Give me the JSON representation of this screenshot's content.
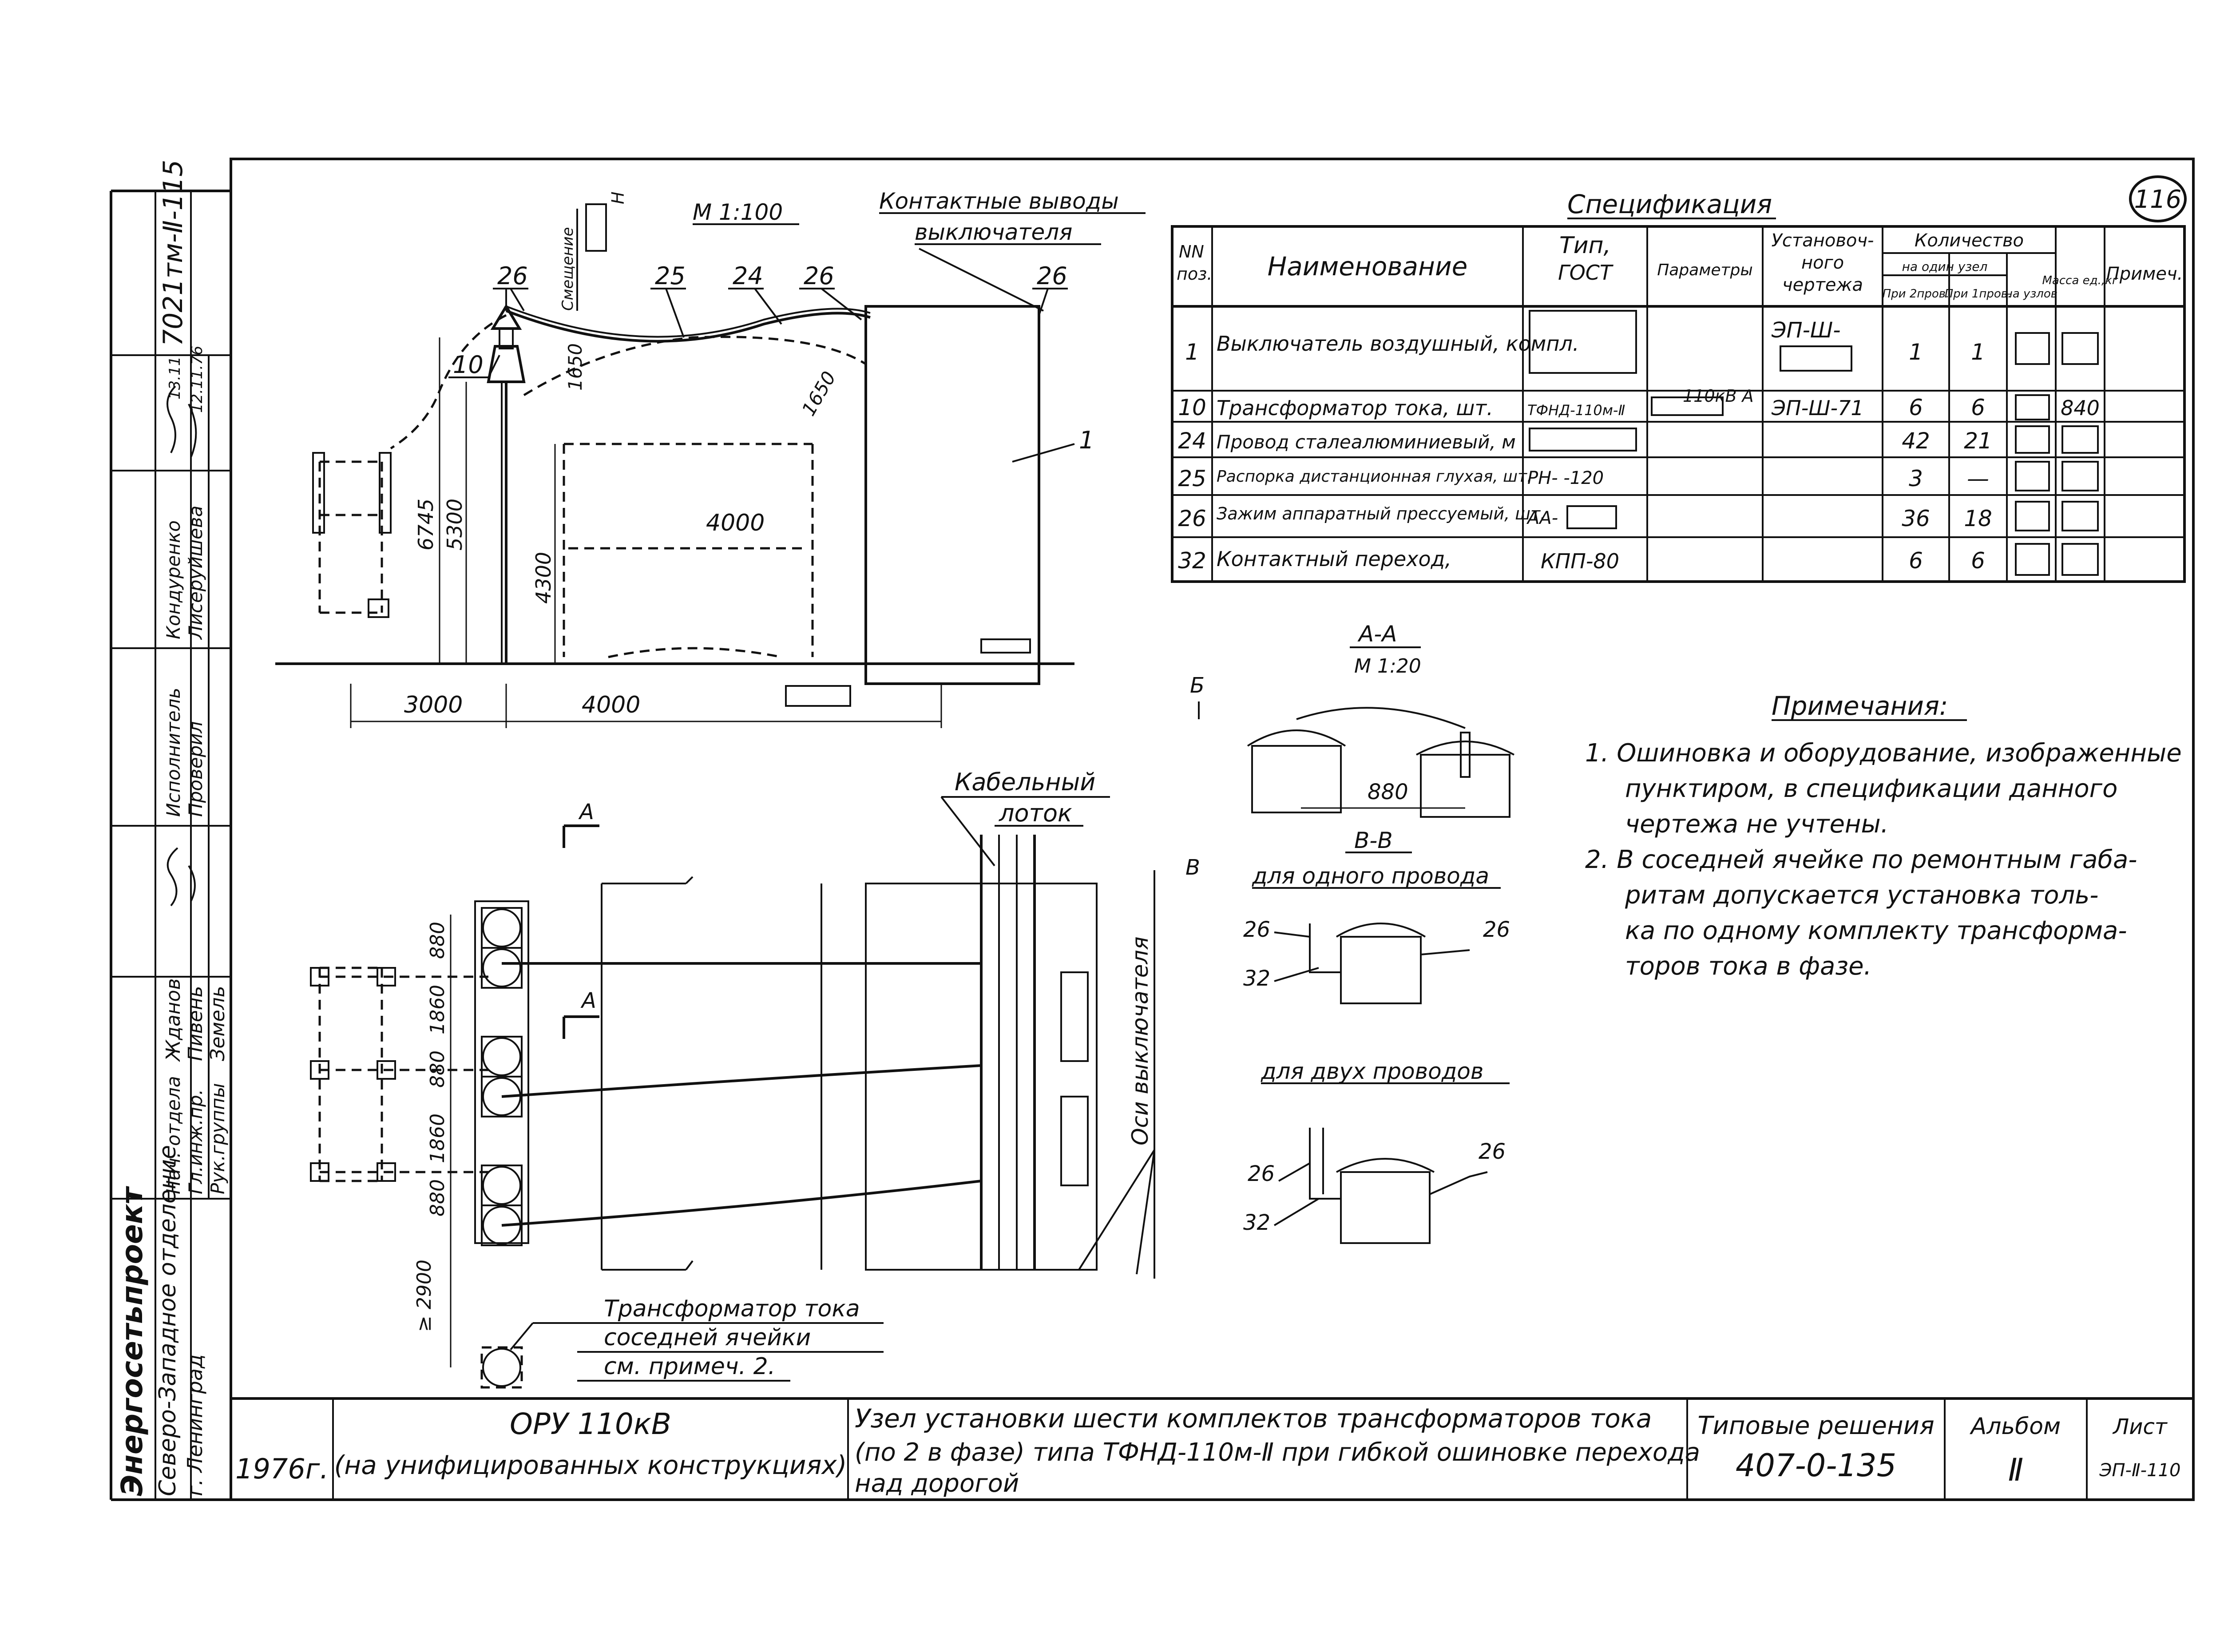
{
  "sheet_number": "116",
  "scale_main": "М 1:100",
  "headings": {
    "contact_leads": "Контактные выводы",
    "contact_leads_2": "выключателя",
    "cable_channel": "Кабельный",
    "cable_channel_2": "лоток",
    "breaker_axis": "Оси выключателя",
    "ct_neighbor_1": "Трансформатор тока",
    "ct_neighbor_2": "соседней ячейки",
    "ct_neighbor_3": "см. примеч. 2."
  },
  "dims": {
    "d3000": "3000",
    "d4000a": "4000",
    "d4000b": "4000",
    "d6745": "6745",
    "d5300": "5300",
    "d4300": "4300",
    "d1650": "1650",
    "d1650b": "1650",
    "d880a": "880",
    "d1860a": "1860",
    "d880b": "880",
    "d1860b": "1860",
    "d880c": "880",
    "d2900": "≥ 2900",
    "d880aa": "880",
    "note_h": "Смещение",
    "cut_a1": "А",
    "cut_a2": "А",
    "cut_b": "Б",
    "cut_v": "В",
    "level_mark": "Н"
  },
  "position_labels": {
    "p26a": "26",
    "p25": "25",
    "p24": "24",
    "p26b": "26",
    "p26c": "26",
    "p10": "10",
    "p1": "1",
    "p26d": "26",
    "p32a": "32",
    "p26e": "26",
    "p26f": "26",
    "p32b": "32",
    "p26g": "26"
  },
  "sections": {
    "aa_title": "А-А",
    "aa_scale": "М 1:20",
    "bb_title": "В-В",
    "one_wire": "для одного провода",
    "two_wires": "для двух проводов"
  },
  "spec": {
    "title": "Спецификация",
    "headers": {
      "nn": "NN",
      "poz": "поз.",
      "name": "Наименование",
      "type1": "Тип,",
      "type2": "ГОСТ",
      "params": "Параметры",
      "drawing1": "Установоч-",
      "drawing2": "ного",
      "drawing3": "чертежа",
      "qty": "Количество",
      "qty_node": "на один узел",
      "qty_2": "При 2пров.",
      "qty_1": "При 1пров.",
      "qty_n": "на узлов",
      "mass": "Масса ед.,кг",
      "note": "Примеч."
    },
    "rows": [
      {
        "pos": "1",
        "name": "Выключатель воздушный, компл.",
        "type": "",
        "params": "",
        "drawing": "ЭП-Ш-",
        "q2": "1",
        "q1": "1",
        "mass": ""
      },
      {
        "pos": "10",
        "name": "Трансформатор тока, шт.",
        "type": "ТФНД-110м-Ⅱ",
        "params": "110кВ  А",
        "drawing": "ЭП-Ш-71",
        "q2": "6",
        "q1": "6",
        "mass": "840"
      },
      {
        "pos": "24",
        "name": "Провод сталеалюминиевый, м",
        "type": "",
        "params": "",
        "drawing": "",
        "q2": "42",
        "q1": "21",
        "mass": ""
      },
      {
        "pos": "25",
        "name": "Распорка дистанционная глухая, шт.",
        "type": "РН-   -120",
        "params": "",
        "drawing": "",
        "q2": "3",
        "q1": "—",
        "mass": ""
      },
      {
        "pos": "26",
        "name": "Зажим аппаратный прессуемый, шт.",
        "type": "АА-",
        "params": "",
        "drawing": "",
        "q2": "36",
        "q1": "18",
        "mass": ""
      },
      {
        "pos": "32",
        "name": "Контактный переход,",
        "type": "КПП-80",
        "params": "",
        "drawing": "",
        "q2": "6",
        "q1": "6",
        "mass": ""
      }
    ]
  },
  "notes": {
    "title": "Примечания:",
    "n1_1": "1.  Ошиновка и оборудование, изображенные",
    "n1_2": "пунктиром, в спецификации данного",
    "n1_3": "чертежа не учтены.",
    "n2_1": "2.  В соседней ячейке по ремонтным габа-",
    "n2_2": "ритам допускается установка толь-",
    "n2_3": "ка по одному комплекту трансформа-",
    "n2_4": "торов тока в фазе."
  },
  "title_block": {
    "org1": "Энергосетьпроект",
    "org2": "Северо-Западное отделение",
    "org3": "г. Ленинград",
    "year": "1976г.",
    "object1": "ОРУ 110кВ",
    "object2": "(на унифицированных конструкциях)",
    "desc1": "Узел установки шести комплектов трансформаторов тока",
    "desc2": "(по 2 в фазе) типа ТФНД-110м-Ⅱ при гибкой ошиновке перехода",
    "desc3": "над дорогой",
    "series1": "Типовые решения",
    "series2": "407-0-135",
    "album_label": "Альбом",
    "album_value": "Ⅱ",
    "sheet_label": "Лист",
    "sheet_value": "ЭП-Ⅱ-110",
    "archive": "7021тм-Ⅱ-115",
    "roles": [
      "Нач. отдела",
      "Гл.инж.пр.",
      "Рук.группы",
      "",
      "Исполнитель",
      "Проверил"
    ],
    "people": [
      "Жданов",
      "Пивень",
      "Земель",
      "",
      "Кондуренко",
      "Лисеруйшева"
    ],
    "dates": [
      "",
      "",
      "",
      "",
      "13.11",
      "12.11.76"
    ]
  }
}
